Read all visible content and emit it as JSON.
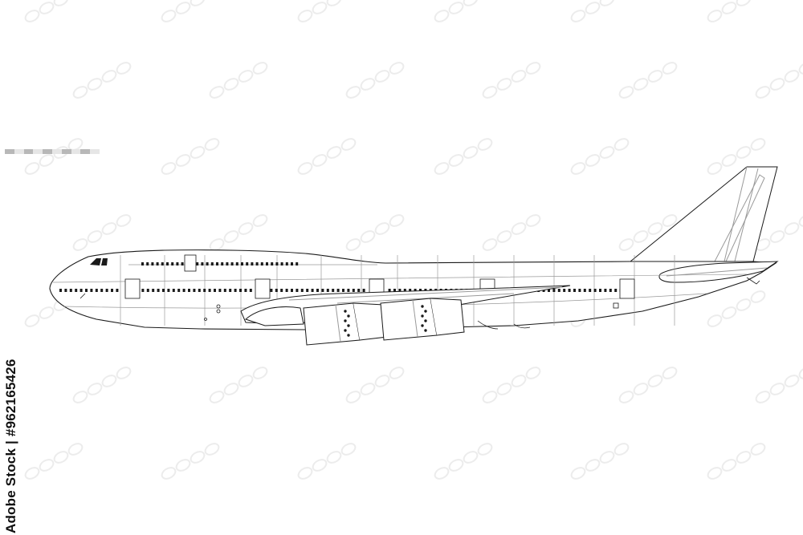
{
  "credit": {
    "brand": "Adobe Stock",
    "separator": " | ",
    "id": "#962165426"
  },
  "colors": {
    "line": "#1a1a1a",
    "panel_line": "#9a9a9a",
    "fill": "#ffffff",
    "scale_dark": "#b8b8b8",
    "scale_light": "#e6e6e6",
    "watermark": "#ececec"
  },
  "scale_bar_segments": 10
}
